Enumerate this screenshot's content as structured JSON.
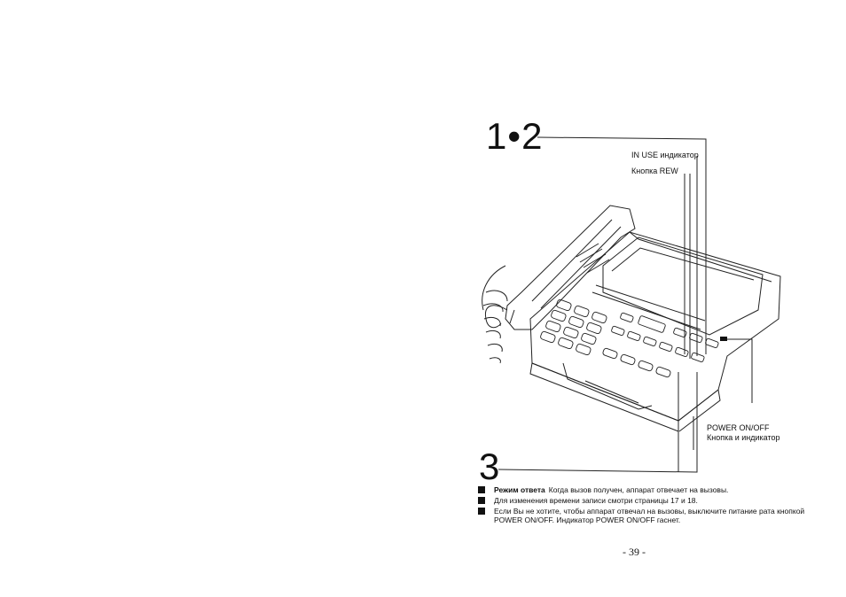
{
  "steps": {
    "first": "1•2",
    "second": "3"
  },
  "labels": {
    "in_use": "IN USE индикатор",
    "rew": "Кнопка REW",
    "power_line1": "POWER ON/OFF",
    "power_line2": "Кнопка и индикатор"
  },
  "notes": [
    {
      "head": "Режим ответа",
      "text": "Когда вызов получен, аппарат отвечает на вызовы."
    },
    {
      "head": "",
      "text": "Для изменения времени записи смотри страницы 17 и 18."
    },
    {
      "head": "",
      "text": "Если Вы не хотите, чтобы аппарат отвечал на вызовы, выключите питание рата кнопкой POWER ON/OFF. Индикатор POWER ON/OFF гаснет."
    }
  ],
  "page_number": "- 39 -"
}
